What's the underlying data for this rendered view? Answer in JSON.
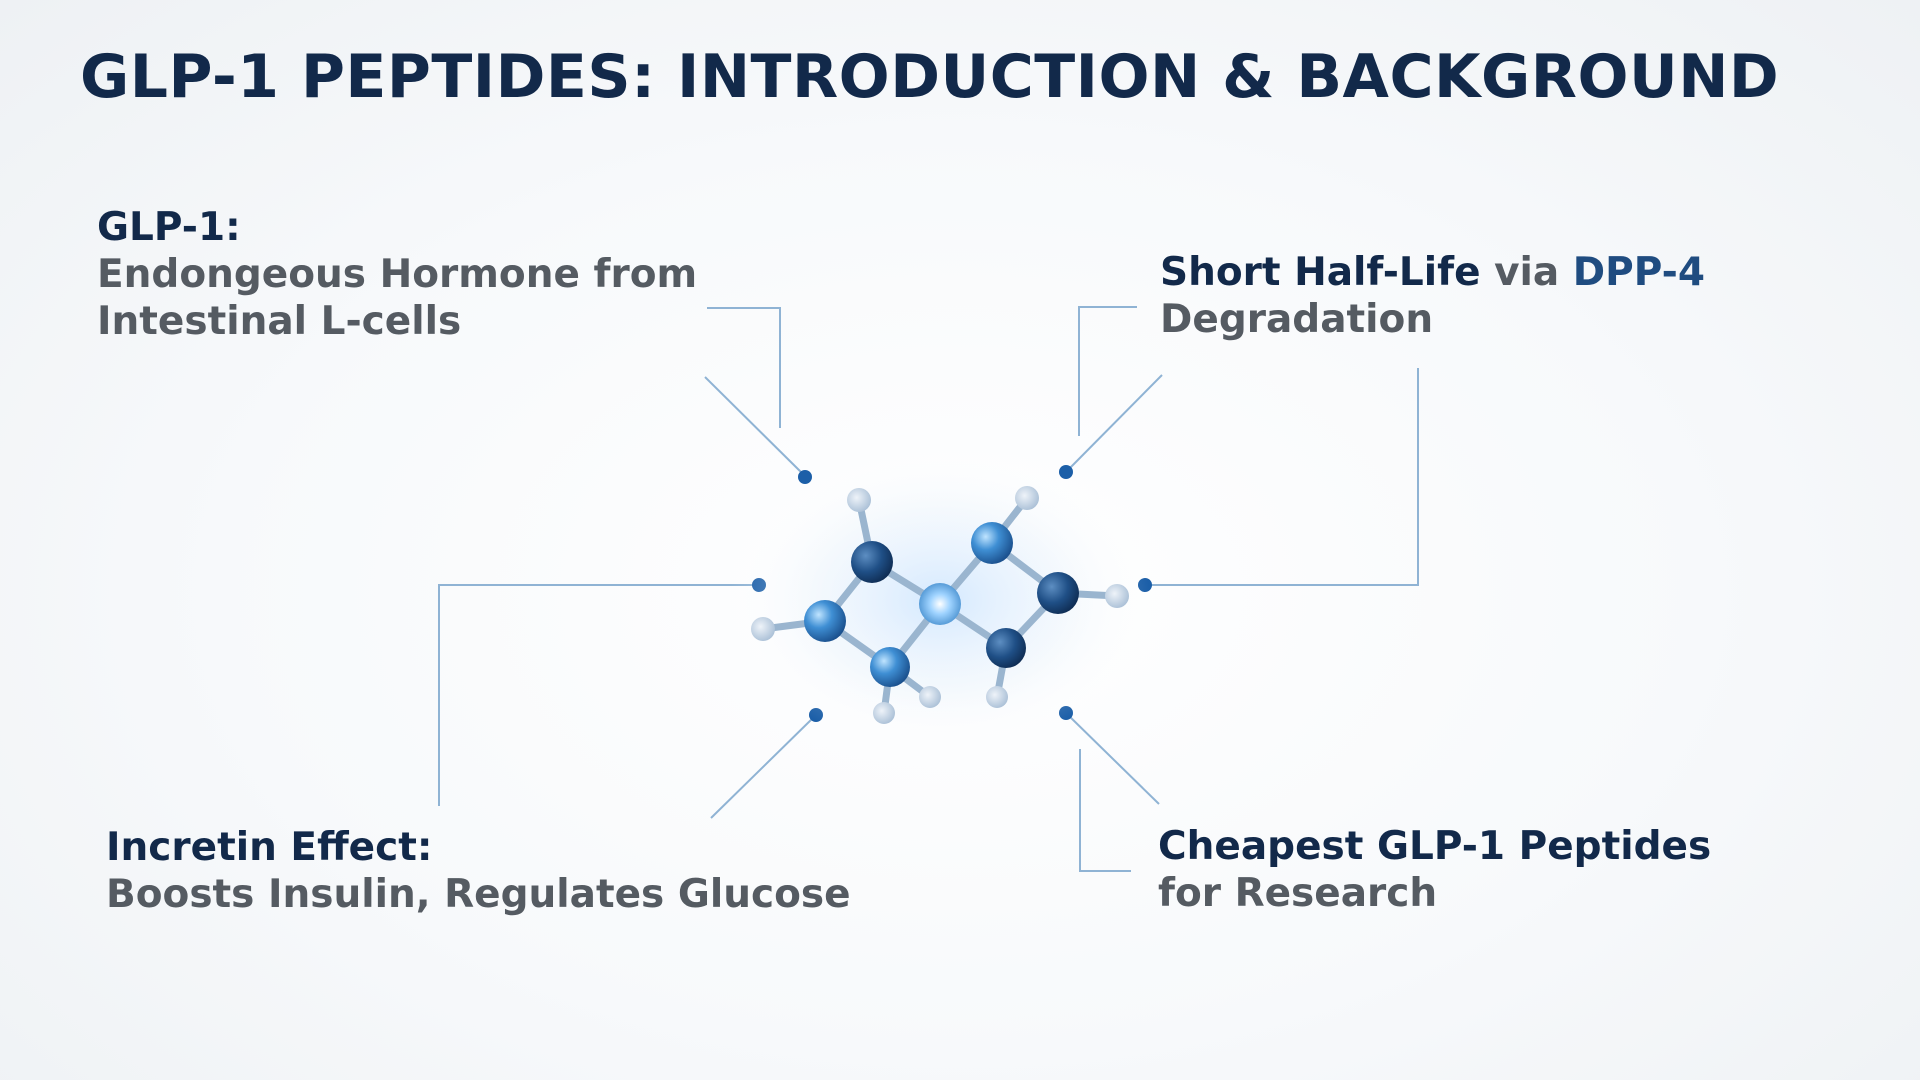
{
  "slide": {
    "title": "GLP-1 PEPTIDES: INTRODUCTION & BACKGROUND"
  },
  "callouts": {
    "glp1": {
      "heading": "GLP-1:",
      "line1": "Endongeous Hormone from",
      "line2": "Intestinal L-cells"
    },
    "half_life": {
      "heading": "Short Half-Life",
      "connector": " via ",
      "term": "DPP-4",
      "line2": "Degradation"
    },
    "incretin": {
      "heading": "Incretin Effect:",
      "line2": "Boosts Insulin, Regulates Glucose"
    },
    "research": {
      "heading": "Cheapest GLP-1 Peptides",
      "line2": "for Research"
    }
  },
  "colors": {
    "title": "#12294a",
    "body_text": "#555b62",
    "connector_line": "#8fb3d4",
    "dot": "#1c5fa8",
    "atom_dark": "#173e6e",
    "atom_mid": "#2f7cc4",
    "atom_light": "#c9d8e8"
  },
  "icons": {
    "molecule": "molecule-icon"
  }
}
